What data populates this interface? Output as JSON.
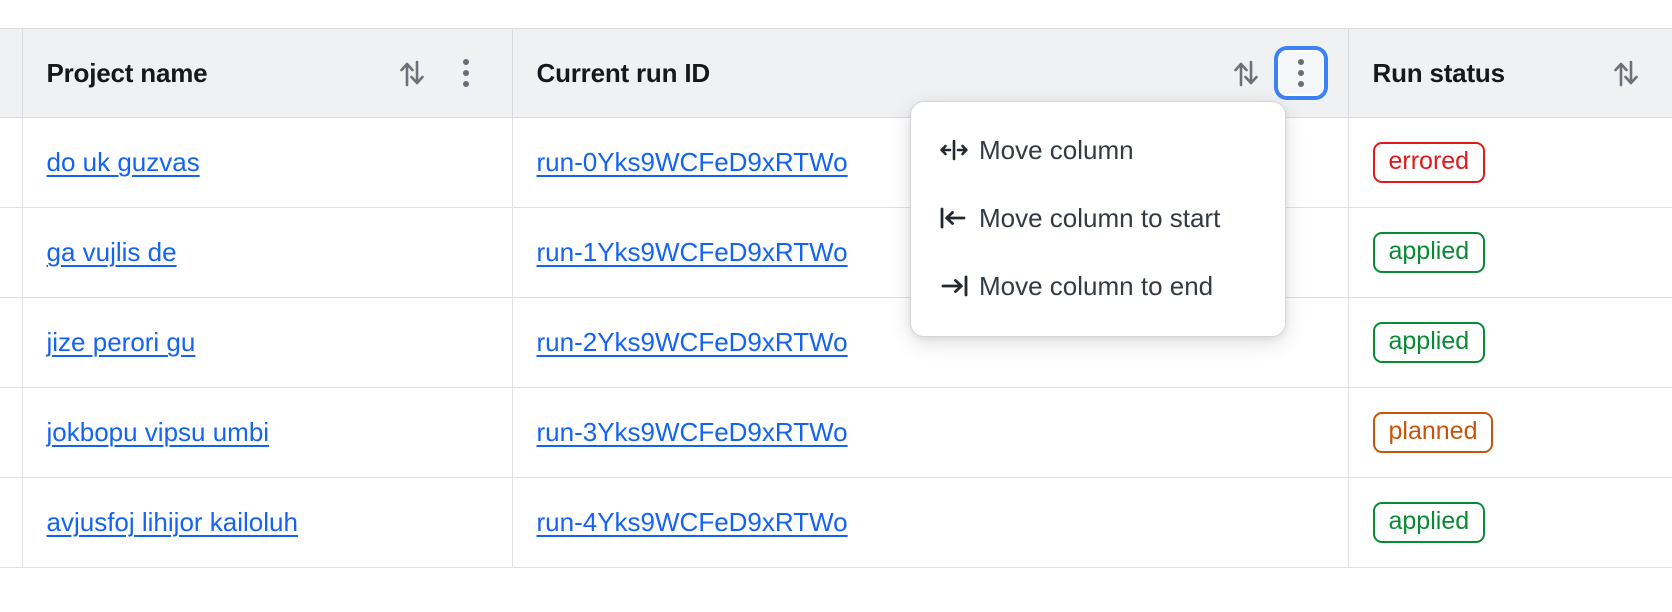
{
  "table": {
    "columns": [
      {
        "key": "select",
        "label": "",
        "has_sort": false,
        "has_menu": false
      },
      {
        "key": "project",
        "label": "Project name",
        "has_sort": true,
        "has_menu": true
      },
      {
        "key": "runid",
        "label": "Current run ID",
        "has_sort": true,
        "has_menu": true
      },
      {
        "key": "status",
        "label": "Run status",
        "has_sort": true,
        "has_menu": false
      }
    ],
    "rows": [
      {
        "project": "do uk guzvas",
        "run_id": "run-0Yks9WCFeD9xRTWo",
        "status": "errored"
      },
      {
        "project": "ga vujlis de",
        "run_id": "run-1Yks9WCFeD9xRTWo",
        "status": "applied"
      },
      {
        "project": "jize perori gu",
        "run_id": "run-2Yks9WCFeD9xRTWo",
        "status": "applied"
      },
      {
        "project": "jokbopu vipsu umbi",
        "run_id": "run-3Yks9WCFeD9xRTWo",
        "status": "planned"
      },
      {
        "project": "avjusfoj lihijor kailoluh",
        "run_id": "run-4Yks9WCFeD9xRTWo",
        "status": "applied"
      }
    ],
    "status_colors": {
      "errored": "#e0191b",
      "applied": "#0a8a35",
      "planned": "#c75408"
    }
  },
  "column_menu": {
    "open_for_column": "Current run ID",
    "items": [
      {
        "icon": "move-column-icon",
        "label": "Move column"
      },
      {
        "icon": "move-column-to-start-icon",
        "label": "Move column to start"
      },
      {
        "icon": "move-column-to-end-icon",
        "label": "Move column to end"
      }
    ]
  },
  "theme": {
    "link_color": "#1463f3",
    "header_bg": "#f0f1f3",
    "focus_ring": "#3b82f6"
  }
}
